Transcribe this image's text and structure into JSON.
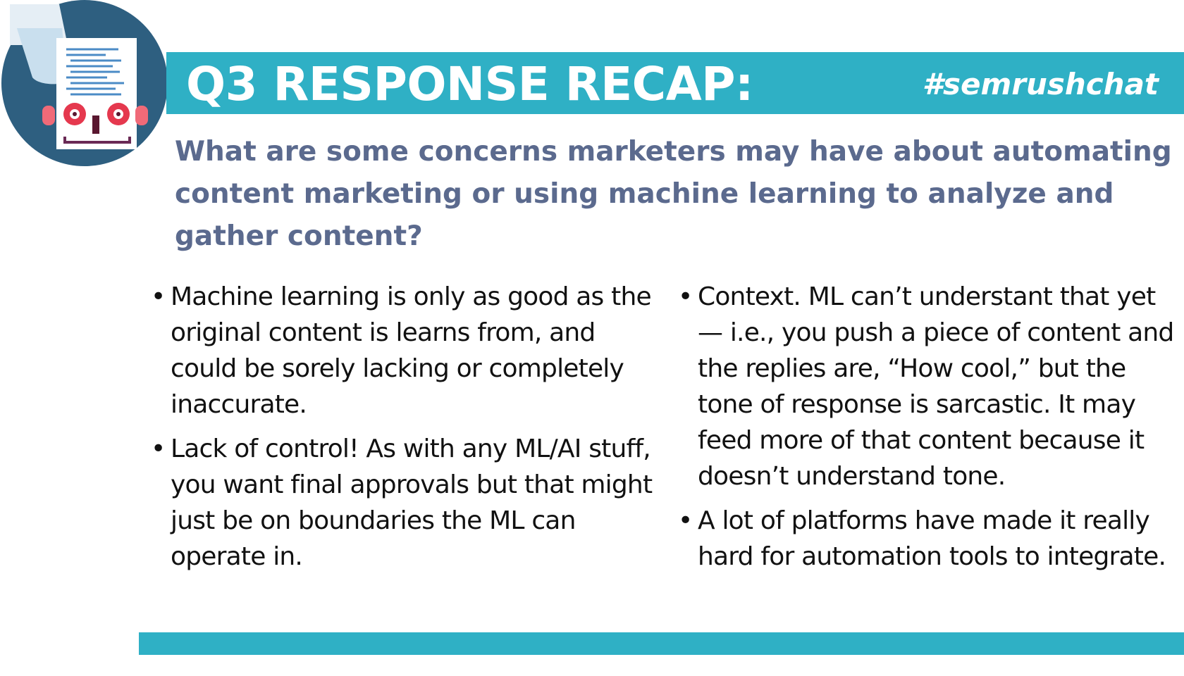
{
  "header": {
    "title": "Q3 RESPONSE RECAP:",
    "hashtag": "#semrushchat"
  },
  "question": "What are some concerns marketers may have about automating content marketing or using machine learning to analyze and gather content?",
  "left_column": [
    {
      "bullet": "•",
      "text": "Machine learning is only as good as the original content is learns from, and could be sorely lacking or completely inaccurate."
    },
    {
      "bullet": "•",
      "text": "Lack of control! As with any ML/AI stuff, you want final approvals but that might just be on boundaries the ML can operate in."
    }
  ],
  "right_column": [
    {
      "bullet": "•",
      "text": "Context. ML can’t understant that yet — i.e., you push a piece of content and the replies are, “How cool,” but the tone of response is sarcastic. It may feed more of that content because it doesn’t understand tone."
    },
    {
      "bullet": "•",
      "text": "A lot of platforms have made it really hard for automation tools to integrate."
    }
  ],
  "logo": {
    "icon": "robot-document-icon"
  },
  "colors": {
    "banner": "#2fb0c5",
    "question_text": "#5b6a8e",
    "logo_circle": "#2e5f80",
    "robot_eye": "#e5384e",
    "robot_cheek": "#f06a78",
    "paper": "#ffffff",
    "scroll": "#c9dfee"
  }
}
